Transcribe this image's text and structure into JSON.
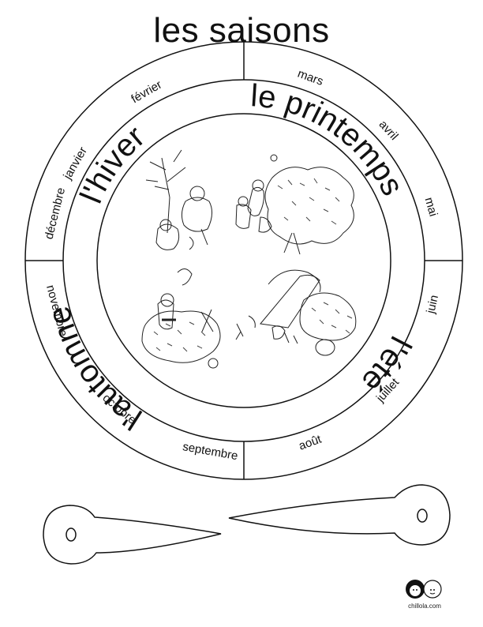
{
  "title": "les saisons",
  "months": [
    "janvier",
    "février",
    "mars",
    "avril",
    "mai",
    "juin",
    "juillet",
    "août",
    "septembre",
    "octobre",
    "novembre",
    "décembre"
  ],
  "seasons": {
    "winter": "l'hiver",
    "spring": "le printemps",
    "summer": "l'été",
    "autumn": "l'automne"
  },
  "logo": {
    "site": "chillola.com"
  }
}
